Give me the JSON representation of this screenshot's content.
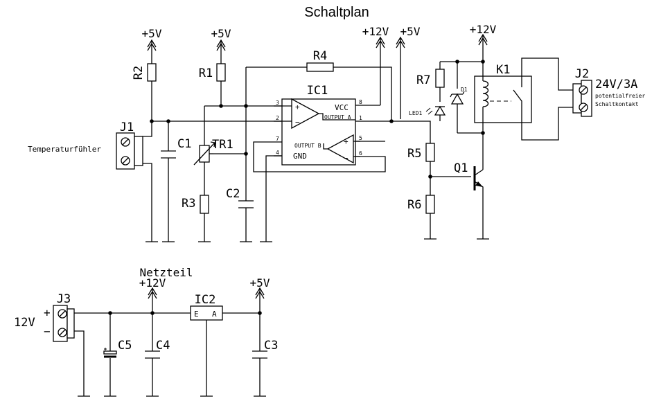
{
  "title": "Schaltplan",
  "rails": {
    "v5": "+5V",
    "v12": "+12V"
  },
  "labels": {
    "R1": "R1",
    "R2": "R2",
    "R3": "R3",
    "R4": "R4",
    "R5": "R5",
    "R6": "R6",
    "R7": "R7",
    "C1": "C1",
    "C2": "C2",
    "C3": "C3",
    "C4": "C4",
    "C5": "C5",
    "TR1": "TR1",
    "IC1": "IC1",
    "IC2": "IC2",
    "J1": "J1",
    "J2": "J2",
    "J3": "J3",
    "K1": "K1",
    "Q1": "Q1",
    "D1": "D1",
    "LED1": "LED1"
  },
  "ic1": {
    "vcc": "VCC",
    "gnd": "GND",
    "out_a": "OUTPUT A",
    "out_b": "OUTPUT B",
    "pins": {
      "p1": "1",
      "p2": "2",
      "p3": "3",
      "p4": "4",
      "p5": "5",
      "p6": "6",
      "p7": "7",
      "p8": "8"
    }
  },
  "ic2": {
    "e": "E",
    "a": "A"
  },
  "j1_desc": "Temperaturfühler",
  "j2_rating": "24V/3A",
  "j2_desc1": "potentialfreier",
  "j2_desc2": "Schaltkontakt",
  "psu": {
    "title": "Netzteil",
    "input": "12V",
    "plus": "+",
    "minus": "−"
  }
}
